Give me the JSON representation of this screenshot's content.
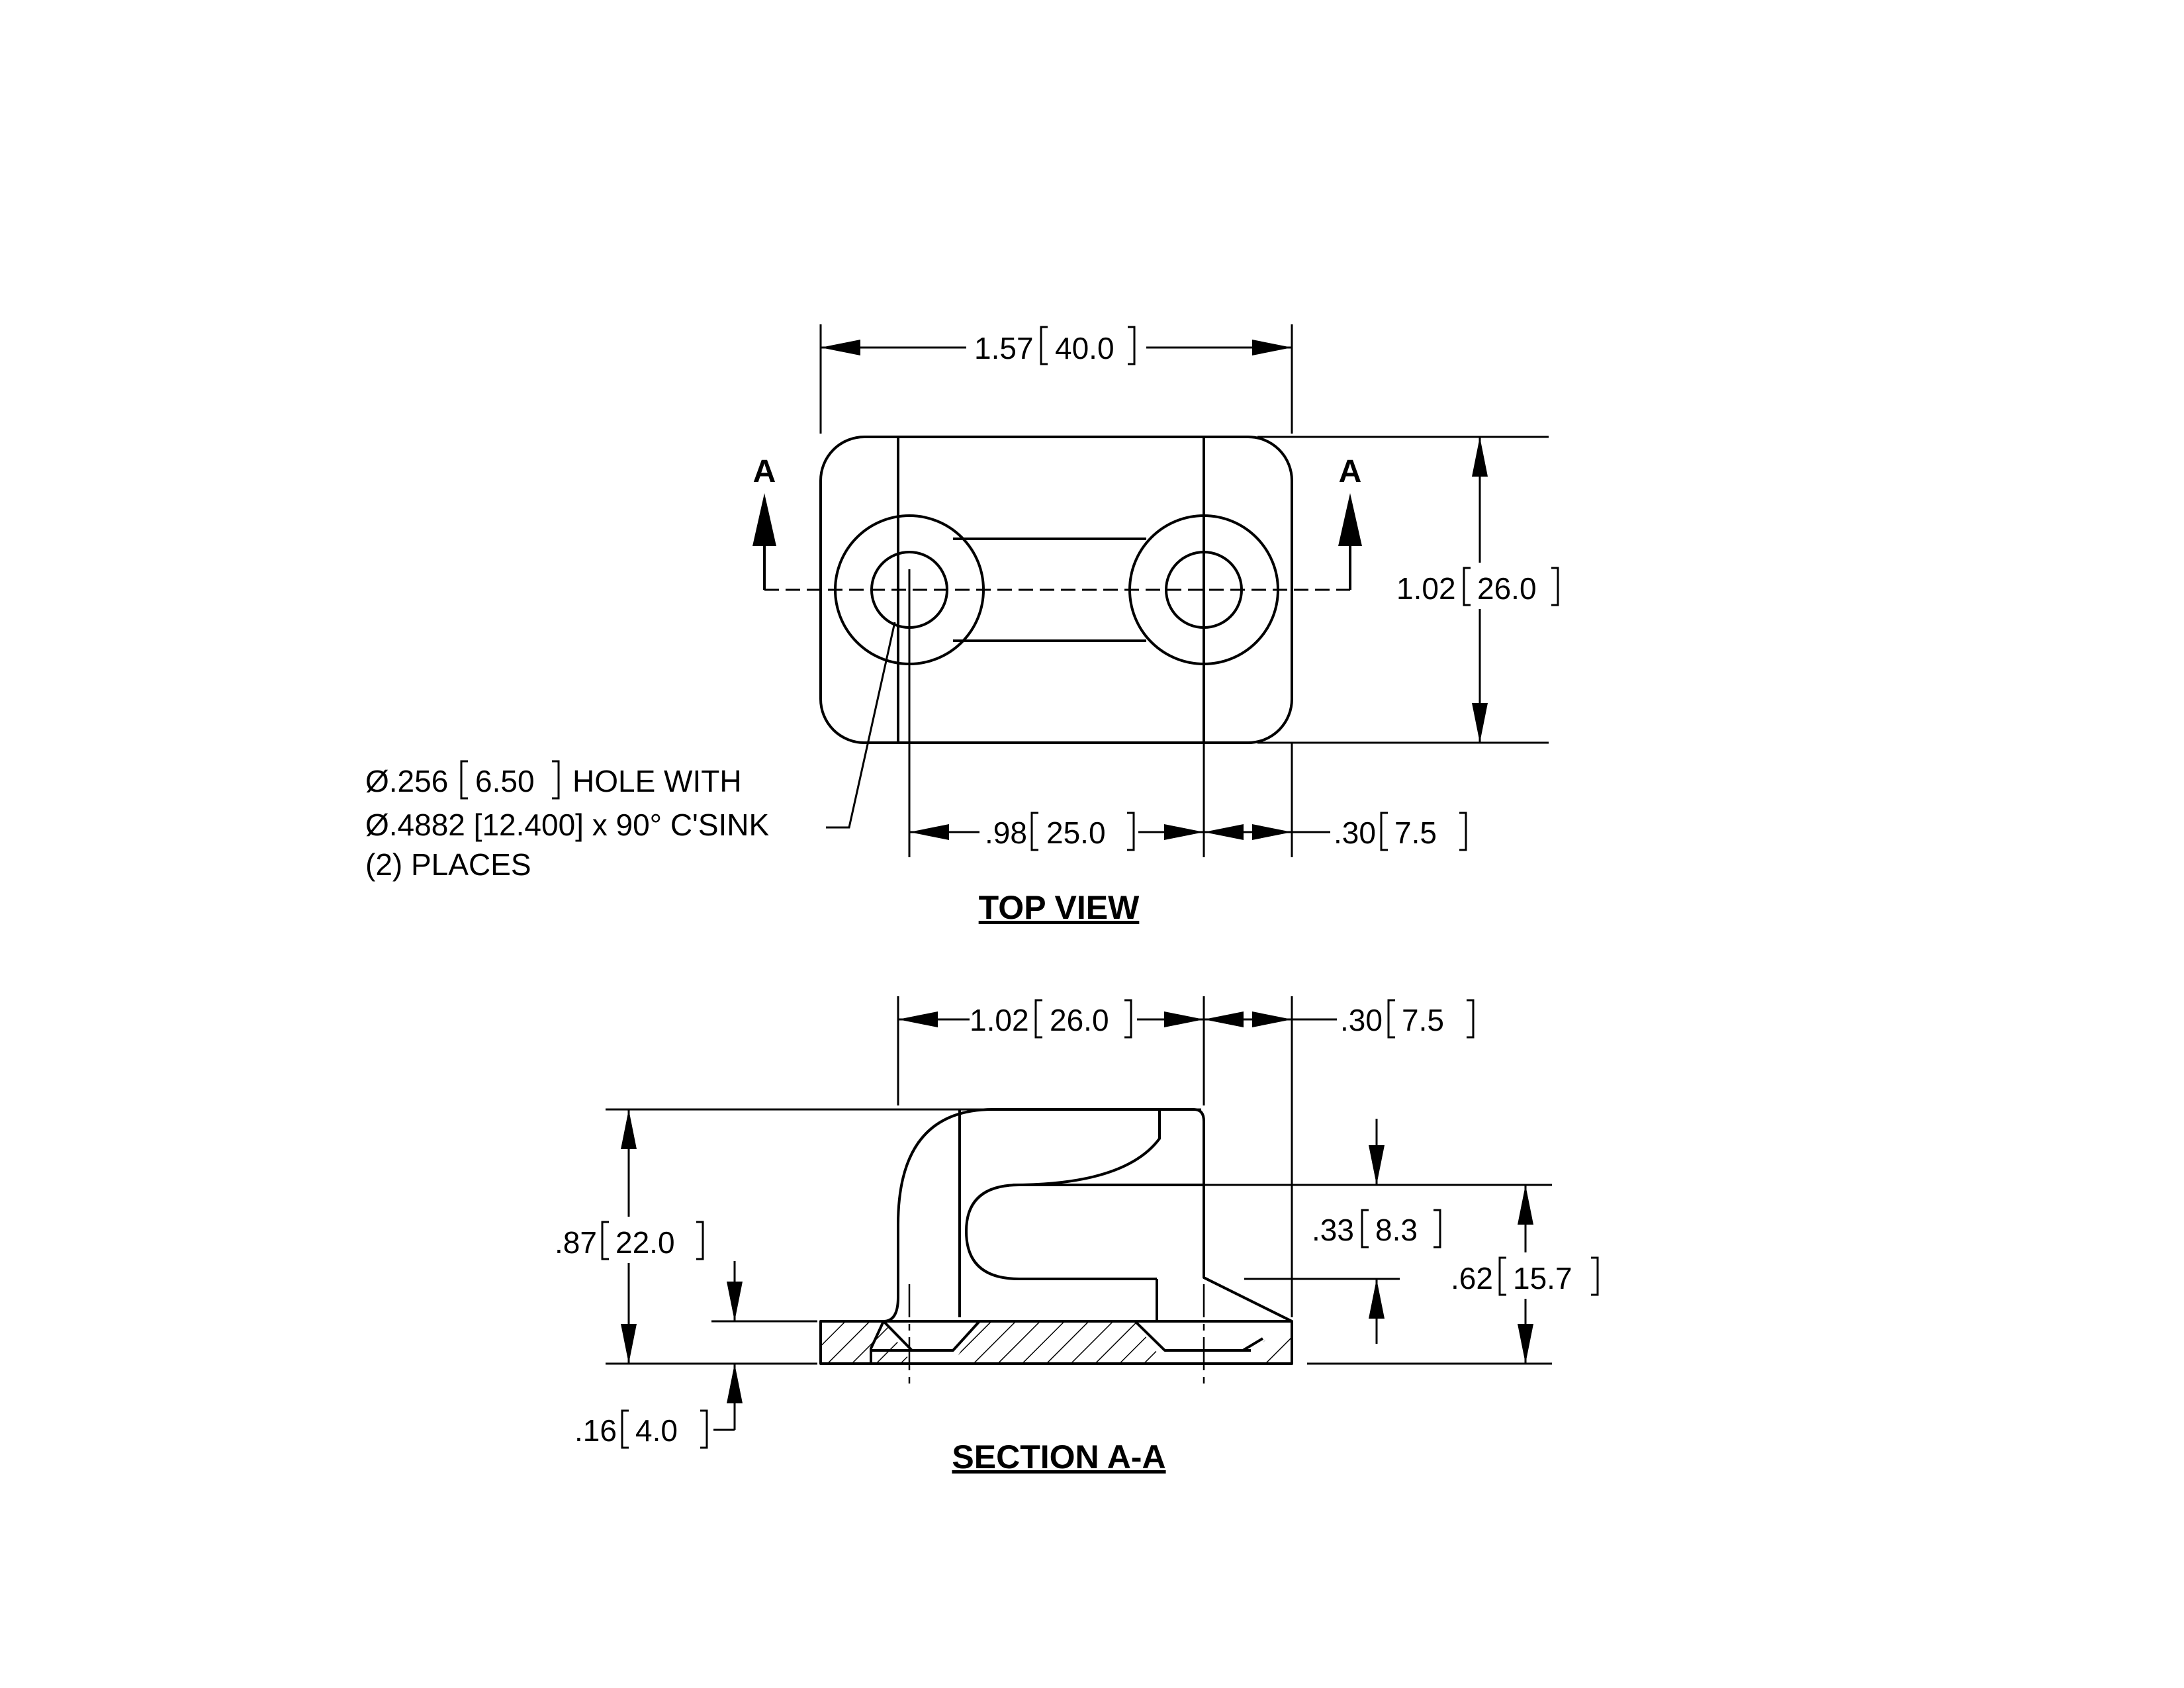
{
  "top_view": {
    "title": "TOP VIEW",
    "section_marker_left": "A",
    "section_marker_right": "A",
    "dim_overall_width": {
      "inch": "1.57",
      "mm": "40.0"
    },
    "dim_overall_height": {
      "inch": "1.02",
      "mm": "26.0"
    },
    "dim_hole_spacing": {
      "inch": ".98",
      "mm": "25.0"
    },
    "dim_edge_offset": {
      "inch": ".30",
      "mm": "7.5"
    },
    "hole_callout": {
      "line1_a": "Ø.256",
      "line1_mm": "6.50",
      "line1_b": "HOLE WITH",
      "line2": "Ø.4882 [12.400] x 90° C'SINK",
      "line3": "(2) PLACES"
    }
  },
  "section_view": {
    "title": "SECTION A-A",
    "dim_top_width": {
      "inch": "1.02",
      "mm": "26.0"
    },
    "dim_top_offset": {
      "inch": ".30",
      "mm": "7.5"
    },
    "dim_total_height": {
      "inch": ".87",
      "mm": "22.0"
    },
    "dim_base_thickness": {
      "inch": ".16",
      "mm": "4.0"
    },
    "dim_slot_height": {
      "inch": ".33",
      "mm": "8.3"
    },
    "dim_slot_top": {
      "inch": ".62",
      "mm": "15.7"
    }
  }
}
